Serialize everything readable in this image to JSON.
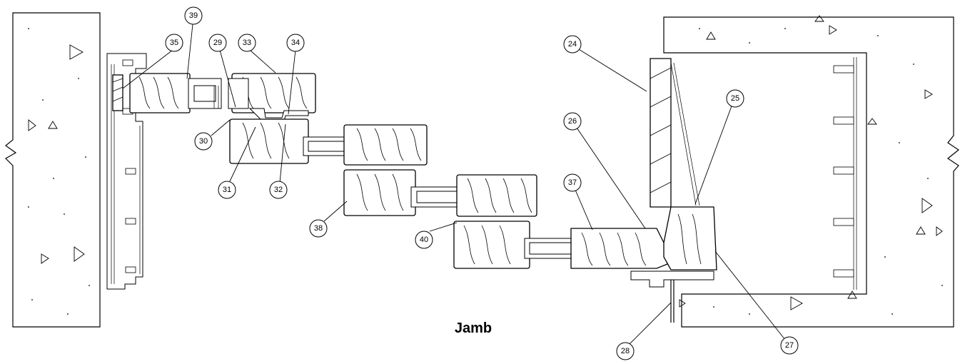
{
  "diagram": {
    "title": "Jamb",
    "callouts": [
      "24",
      "25",
      "26",
      "27",
      "28",
      "29",
      "30",
      "31",
      "32",
      "33",
      "34",
      "35",
      "37",
      "38",
      "39",
      "40"
    ]
  }
}
